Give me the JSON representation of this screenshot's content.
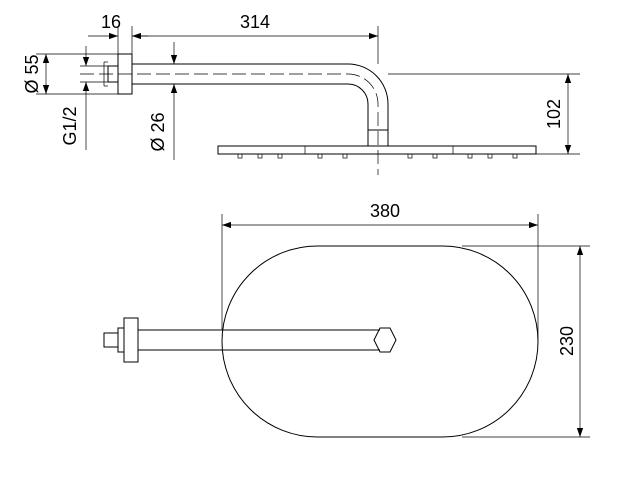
{
  "drawing": {
    "title": "",
    "side_view": {
      "dims": {
        "flange_thickness": "16",
        "arm_length": "314",
        "flange_diameter": "Ø 55",
        "thread": "G1/2",
        "arm_diameter": "Ø 26",
        "drop_height": "102"
      }
    },
    "top_view": {
      "dims": {
        "head_length": "380",
        "head_width": "230"
      }
    }
  }
}
